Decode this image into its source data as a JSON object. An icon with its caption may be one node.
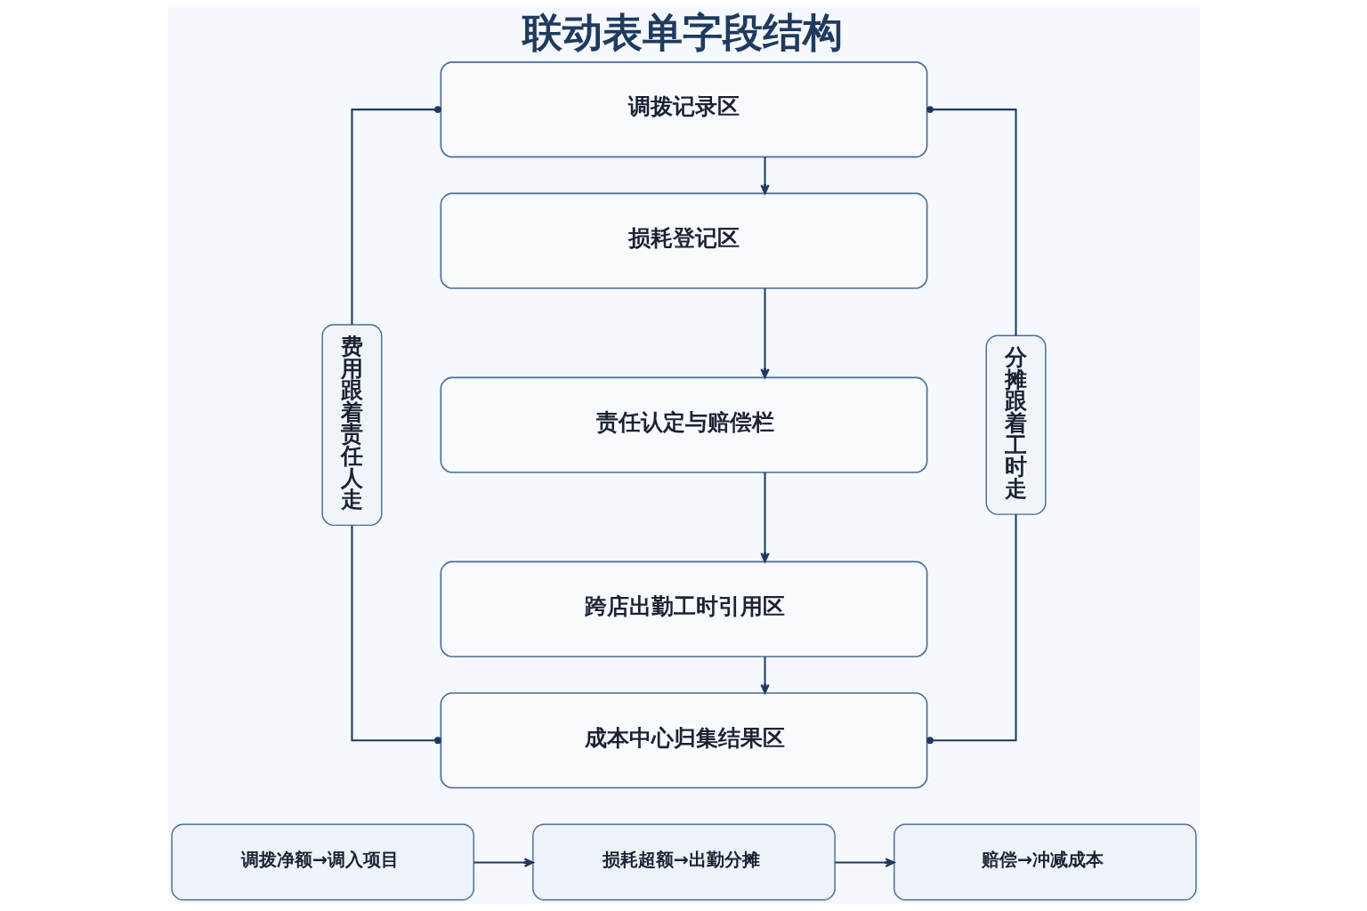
{
  "diagram": {
    "title": "联动表单字段结构",
    "nodes": [
      {
        "text": [
          "调拨记录区"
        ]
      },
      {
        "text": [
          "损耗登记区"
        ]
      },
      {
        "text": [
          "责任认定与赔偿栏"
        ]
      },
      {
        "text": [
          "跨店出勤工时引用区"
        ]
      },
      {
        "text": [
          "成本中心归集结果区"
        ]
      },
      {
        "text": [
          "费用跟着责任人走"
        ]
      },
      {
        "text": [
          "分摊跟着工时走"
        ]
      },
      {
        "text": [
          "调拨净额→调入项目"
        ]
      },
      {
        "text": [
          "损耗超额→出勤分摊"
        ]
      },
      {
        "text": [
          "赔偿→冲减成本"
        ]
      }
    ],
    "edges": [
      {
        "from": 0,
        "to": 1,
        "arrow": "to"
      },
      {
        "from": 1,
        "to": 2,
        "arrow": "to"
      },
      {
        "from": 2,
        "to": 3,
        "arrow": "to"
      },
      {
        "from": 3,
        "to": 4,
        "arrow": "to"
      },
      {
        "from": 5,
        "to": 0,
        "arrow": "other"
      },
      {
        "from": 5,
        "to": 4,
        "arrow": "other"
      },
      {
        "from": 6,
        "to": 0,
        "arrow": "other"
      },
      {
        "from": 6,
        "to": 4,
        "arrow": "other"
      },
      {
        "from": 7,
        "to": 8,
        "arrow": "to"
      },
      {
        "from": 8,
        "to": 9,
        "arrow": "to"
      }
    ]
  }
}
